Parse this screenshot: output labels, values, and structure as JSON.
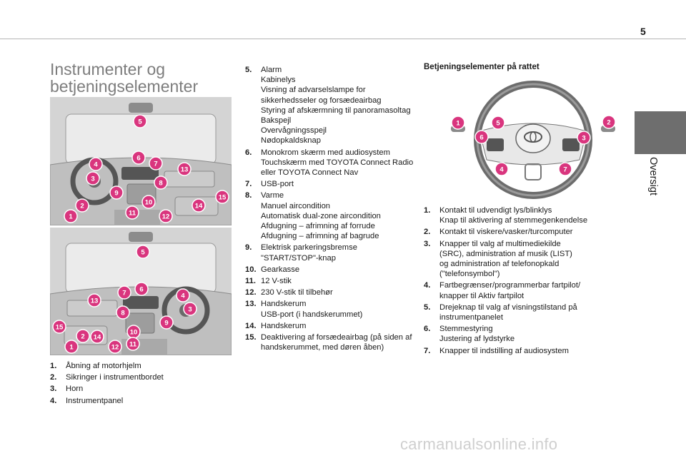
{
  "page_number": "5",
  "side_tab": "Oversigt",
  "title": "Instrumenter og betjeningselementer",
  "wheel_heading": "Betjeningselementer på rattet",
  "watermark": "carmanualsonline.info",
  "colors": {
    "callout": "#d9357e",
    "side_tab": "#6e6e6e",
    "title": "#7d7d7d"
  },
  "dashboard1_callouts": [
    "5",
    "6",
    "7",
    "4",
    "3",
    "13",
    "9",
    "8",
    "15",
    "10",
    "2",
    "14",
    "1",
    "11",
    "12"
  ],
  "dashboard2_callouts": [
    "5",
    "6",
    "7",
    "4",
    "13",
    "3",
    "8",
    "9",
    "15",
    "10",
    "2",
    "14",
    "1",
    "11",
    "12"
  ],
  "wheel_callouts": [
    "1",
    "5",
    "2",
    "6",
    "3",
    "4",
    "7"
  ],
  "list_left": [
    {
      "num": "1.",
      "lines": [
        "Åbning af motorhjelm"
      ]
    },
    {
      "num": "2.",
      "lines": [
        "Sikringer i instrumentbordet"
      ]
    },
    {
      "num": "3.",
      "lines": [
        "Horn"
      ]
    },
    {
      "num": "4.",
      "lines": [
        "Instrumentpanel"
      ]
    }
  ],
  "list_middle": [
    {
      "num": "5.",
      "lines": [
        "Alarm",
        "Kabinelys",
        "Visning af advarselslampe for",
        "sikkerhedsseler og forsædeairbag",
        "Styring af afskærmning til panoramasoltag",
        "Bakspejl",
        "Overvågningsspejl",
        "Nødopkaldsknap"
      ]
    },
    {
      "num": "6.",
      "lines": [
        "Monokrom skærm med audiosystem",
        "Touchskærm med TOYOTA Connect Radio",
        "eller TOYOTA Connect Nav"
      ]
    },
    {
      "num": "7.",
      "lines": [
        "USB-port"
      ]
    },
    {
      "num": "8.",
      "lines": [
        "Varme",
        "Manuel aircondition",
        "Automatisk dual-zone aircondition",
        "Afdugning – afrimning af forrude",
        "Afdugning – afrimning af bagrude"
      ]
    },
    {
      "num": "9.",
      "lines": [
        "Elektrisk parkeringsbremse",
        "\"START/STOP\"-knap"
      ]
    },
    {
      "num": "10.",
      "lines": [
        "Gearkasse"
      ]
    },
    {
      "num": "11.",
      "lines": [
        "12 V-stik"
      ]
    },
    {
      "num": "12.",
      "lines": [
        "230 V-stik til tilbehør"
      ]
    },
    {
      "num": "13.",
      "lines": [
        "Handskerum",
        "USB-port (i handskerummet)"
      ]
    },
    {
      "num": "14.",
      "lines": [
        "Handskerum"
      ]
    },
    {
      "num": "15.",
      "lines": [
        "Deaktivering af forsædeairbag (på siden af",
        "handskerummet, med døren åben)"
      ]
    }
  ],
  "list_right": [
    {
      "num": "1.",
      "lines": [
        "Kontakt til udvendigt lys/blinklys",
        "Knap til aktivering af stemmegenkendelse"
      ]
    },
    {
      "num": "2.",
      "lines": [
        "Kontakt til viskere/vasker/turcomputer"
      ]
    },
    {
      "num": "3.",
      "lines": [
        "Knapper til valg af multimediekilde",
        "(SRC), administration af musik (LIST)",
        "og administration af telefonopkald",
        "(\"telefonsymbol\")"
      ]
    },
    {
      "num": "4.",
      "lines": [
        "Fartbegrænser/programmerbar fartpilot/",
        "knapper til Aktiv fartpilot"
      ]
    },
    {
      "num": "5.",
      "lines": [
        "Drejeknap til valg af visningstilstand på",
        "instrumentpanelet"
      ]
    },
    {
      "num": "6.",
      "lines": [
        "Stemmestyring",
        "Justering af lydstyrke"
      ]
    },
    {
      "num": "7.",
      "lines": [
        "Knapper til indstilling af audiosystem"
      ]
    }
  ]
}
